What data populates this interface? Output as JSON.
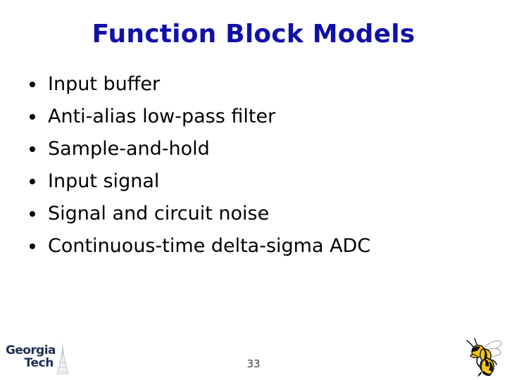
{
  "slide": {
    "title": "Function Block Models",
    "page_number": "33",
    "background_color": "#ffffff",
    "title_color": "#1111a8",
    "body_text_color": "#000000",
    "bullets": [
      {
        "label": "Input buffer"
      },
      {
        "label": "Anti-alias low-pass filter"
      },
      {
        "label": "Sample-and-hold"
      },
      {
        "label": "Input signal"
      },
      {
        "label": "Signal and circuit noise"
      },
      {
        "label": "Continuous-time delta-sigma ADC"
      }
    ]
  },
  "logo": {
    "name": "georgia-tech-logo",
    "word_top": "Georgia",
    "word_bottom": "Tech",
    "color": "#1d3053",
    "tower_color": "#c8ccd4"
  },
  "mascot": {
    "name": "yellow-jacket-mascot",
    "body_color": "#f5c518",
    "stripe_color": "#111111",
    "wing_color": "#ffffff"
  }
}
